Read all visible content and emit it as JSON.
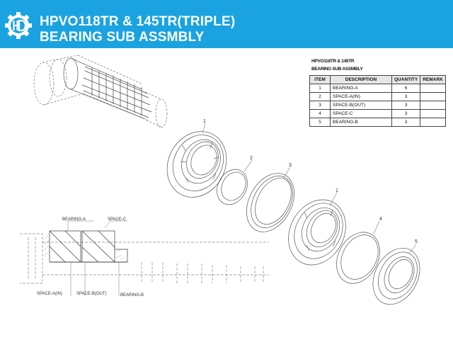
{
  "header": {
    "title_line1": "HPVO118TR & 145TR(TRIPLE)",
    "title_line2": "BEARING SUB ASSMBLY",
    "brand_color": "#1aa3e0"
  },
  "table": {
    "caption_line1": "HPVO118TR & 145TR",
    "caption_line2": "BEARING SUB ASSMBLY",
    "columns": [
      "ITEM",
      "DESCRIPTION",
      "QUANTITY",
      "REMARK"
    ],
    "rows": [
      {
        "item": "1",
        "description": "BEARING-A",
        "quantity": "6",
        "remark": ""
      },
      {
        "item": "2",
        "description": "SPACE-A(IN)",
        "quantity": "3",
        "remark": ""
      },
      {
        "item": "3",
        "description": "SPACE-B(OUT)",
        "quantity": "3",
        "remark": ""
      },
      {
        "item": "4",
        "description": "SPACE-C",
        "quantity": "3",
        "remark": ""
      },
      {
        "item": "5",
        "description": "BEARING-B",
        "quantity": "3",
        "remark": ""
      }
    ]
  },
  "drawing": {
    "balloons": [
      "1",
      "2",
      "3",
      "1",
      "4",
      "5"
    ],
    "labels": {
      "bearing_a": "BEARING-A",
      "space_c": "SPACE-C",
      "space_a_in": "SPACE-A(IN)",
      "space_b_out": "SPACE-B(OUT)",
      "bearing_b": "BEARING-B"
    }
  }
}
